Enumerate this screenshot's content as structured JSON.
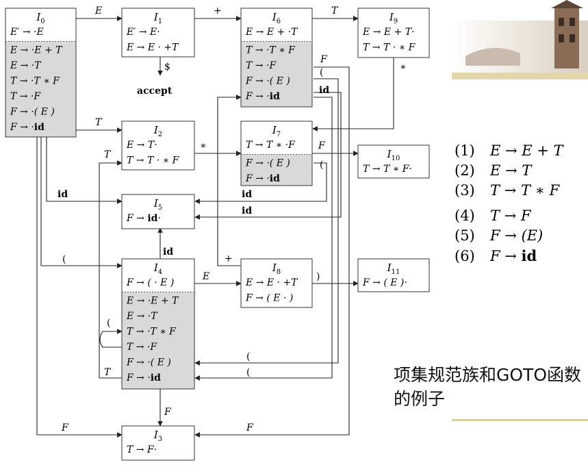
{
  "states": [
    {
      "id": "I0",
      "name": "I",
      "sub": "0",
      "kernel": [
        "E′ → ·E"
      ],
      "closure": [
        "E → ·E + T",
        "E → ·T",
        "T → ·T ∗ F",
        "T → ·F",
        "F → ·( E )",
        "F → ·id"
      ]
    },
    {
      "id": "I1",
      "name": "I",
      "sub": "1",
      "kernel": [
        "E′ → E·",
        "E → E · +T"
      ],
      "closure": []
    },
    {
      "id": "I2",
      "name": "I",
      "sub": "2",
      "kernel": [
        "E → T·",
        "T → T · ∗ F"
      ],
      "closure": []
    },
    {
      "id": "I3",
      "name": "I",
      "sub": "3",
      "kernel": [
        "T → F·"
      ],
      "closure": []
    },
    {
      "id": "I4",
      "name": "I",
      "sub": "4",
      "kernel": [
        "F → ( · E )"
      ],
      "closure": [
        "E → ·E + T",
        "E → ·T",
        "T → ·T ∗ F",
        "T → ·F",
        "F → ·( E )",
        "F → ·id"
      ]
    },
    {
      "id": "I5",
      "name": "I",
      "sub": "5",
      "kernel": [
        "F → id·"
      ],
      "closure": []
    },
    {
      "id": "I6",
      "name": "I",
      "sub": "6",
      "kernel": [
        "E → E + ·T"
      ],
      "closure": [
        "T → ·T ∗ F",
        "T → ·F",
        "F → ·( E )",
        "F → ·id"
      ]
    },
    {
      "id": "I7",
      "name": "I",
      "sub": "7",
      "kernel": [
        "T → T ∗ ·F"
      ],
      "closure": [
        "F → ·( E )",
        "F → ·id"
      ]
    },
    {
      "id": "I8",
      "name": "I",
      "sub": "8",
      "kernel": [
        "E → E · +T",
        "F → ( E · )"
      ],
      "closure": []
    },
    {
      "id": "I9",
      "name": "I",
      "sub": "9",
      "kernel": [
        "E → E + T·",
        "T → T · ∗ F"
      ],
      "closure": []
    },
    {
      "id": "I10",
      "name": "I",
      "sub": "10",
      "kernel": [
        "T → T ∗ F·"
      ],
      "closure": []
    },
    {
      "id": "I11",
      "name": "I",
      "sub": "11",
      "kernel": [
        "F → ( E )·"
      ],
      "closure": []
    }
  ],
  "edge_labels": {
    "I0_I1": "E",
    "I1_I6": "+",
    "I6_I9": "T",
    "I1_accept": "$",
    "accept": "accept",
    "I0_I2": "T",
    "I2_I7": "∗",
    "I9_I7": "∗",
    "I7_I10": "F",
    "I6_I3": "F",
    "I6_I4": "(",
    "I6_I5": "id",
    "I7_I4": "(",
    "I7_I5": "id",
    "I0_I5": "id",
    "I4_I5": "id",
    "I8_I6": "+",
    "I0_I4": "(",
    "I4_I8": "E",
    "I8_I11": ")",
    "I4_I2": "T",
    "I4_I4": "(",
    "I4_I3": "F",
    "I0_I3": "F",
    "I6_I3b": "F",
    "I4_I2b": "T"
  },
  "grammar": [
    {
      "num": "(1)",
      "prod": "E → E + T"
    },
    {
      "num": "(2)",
      "prod": "E → T"
    },
    {
      "num": "(3)",
      "prod": "T → T ∗ F"
    },
    {
      "num": "(4)",
      "prod": "T → F"
    },
    {
      "num": "(5)",
      "prod": "F → (E)"
    },
    {
      "num": "(6)",
      "prod": "F → id"
    }
  ],
  "caption": "项集规范族和GOTO函数的例子",
  "colors": {
    "closure_fill": "#d9d9d9",
    "line": "#222222"
  }
}
